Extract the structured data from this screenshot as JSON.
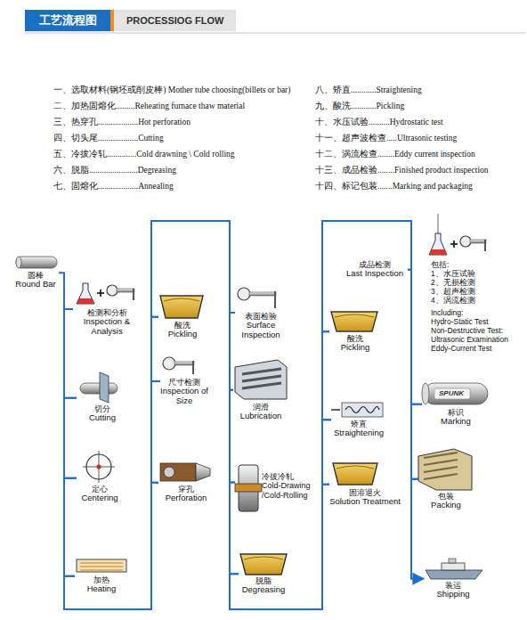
{
  "diagram": {
    "title": "工艺流程图",
    "nodes": [
      {
        "text": [
          "圆棒",
          "Round Bar"
        ]
      },
      {
        "text": [
          "检测和分析",
          "Inspection & Analysis"
        ]
      },
      {
        "text": [
          "切分",
          "Cutting"
        ]
      },
      {
        "text": [
          "定心",
          "Centering"
        ]
      },
      {
        "text": [
          "加热",
          "Heating"
        ]
      },
      {
        "text": [
          "酸洗",
          "Pickling"
        ]
      },
      {
        "text": [
          "尺寸检测",
          "Inspection of Size"
        ]
      },
      {
        "text": [
          "穿孔",
          "Perforation"
        ]
      },
      {
        "text": [
          "表面检验",
          "Surface Inspection"
        ]
      },
      {
        "text": [
          "润滑",
          "Lubrication"
        ]
      },
      {
        "text": [
          "冷拔冷轧",
          "Cold-Drawing /Cold-Rolling"
        ]
      },
      {
        "text": [
          "脱脂",
          "Degreasing"
        ]
      },
      {
        "text": [
          "酸洗",
          "Pickling"
        ]
      },
      {
        "text": [
          "矫直",
          "Straightening"
        ]
      },
      {
        "text": [
          "固溶退火",
          "Solution Treatment"
        ]
      },
      {
        "text": [
          "成品检测",
          "Last Inspection"
        ]
      },
      {
        "text": [
          "标识",
          "Marking"
        ]
      },
      {
        "text": [
          "包装",
          "Packing"
        ]
      },
      {
        "text": [
          "装运",
          "Shipping"
        ]
      }
    ],
    "edges": [
      {
        "from": 0,
        "to": 1,
        "arrow": "none"
      },
      {
        "from": 1,
        "to": 2,
        "arrow": "none"
      },
      {
        "from": 2,
        "to": 3,
        "arrow": "none"
      },
      {
        "from": 3,
        "to": 4,
        "arrow": "none"
      },
      {
        "from": 4,
        "to": 7,
        "arrow": "none"
      },
      {
        "from": 7,
        "to": 6,
        "arrow": "none"
      },
      {
        "from": 6,
        "to": 5,
        "arrow": "none"
      },
      {
        "from": 5,
        "to": 8,
        "arrow": "none"
      },
      {
        "from": 8,
        "to": 9,
        "arrow": "none"
      },
      {
        "from": 9,
        "to": 10,
        "arrow": "none"
      },
      {
        "from": 10,
        "to": 11,
        "arrow": "none"
      },
      {
        "from": 11,
        "to": 14,
        "arrow": "none"
      },
      {
        "from": 14,
        "to": 13,
        "arrow": "none"
      },
      {
        "from": 13,
        "to": 12,
        "arrow": "none"
      },
      {
        "from": 12,
        "to": 15,
        "arrow": "none"
      },
      {
        "from": 15,
        "to": 16,
        "arrow": "none"
      },
      {
        "from": 16,
        "to": 17,
        "arrow": "none"
      },
      {
        "from": 17,
        "to": 18,
        "arrow": "to"
      }
    ],
    "labels": [
      "PROCESSIOG FLOW",
      "一、选取材料(钢坯或削皮棒) Mother tube choosing(billets or bar)",
      "二、加热固熔化.........Reheating furnace thaw material",
      "三、热穿孔...................Hot perforation",
      "四、切头尾...................Cutting",
      "五、冷拔冷轧..............Cold drawning \\ Cold rolling",
      "六、脱脂.......................Degreasing",
      "七、固熔化...................Annealing",
      "八、矫直............Straightening",
      "九、酸洗............Pickling",
      "十、水压试验..........Hydrostatic test",
      "十一、超声波检查.....Ultrasonic testing",
      "十二、涡流检查........Eddy current inspection",
      "十三、成品检验........Finished product inspection",
      "十四、标记包装.......Marking and packaging",
      "包括:",
      "1、水压试验",
      "2、无损检测",
      "3、超声检测",
      "4、涡流检测",
      "Including:",
      "Hydro-Static Test",
      "Non-Destructive Test:",
      "Ultrasonic Examination",
      "Eddy-Current Test",
      "SPUNK"
    ]
  }
}
